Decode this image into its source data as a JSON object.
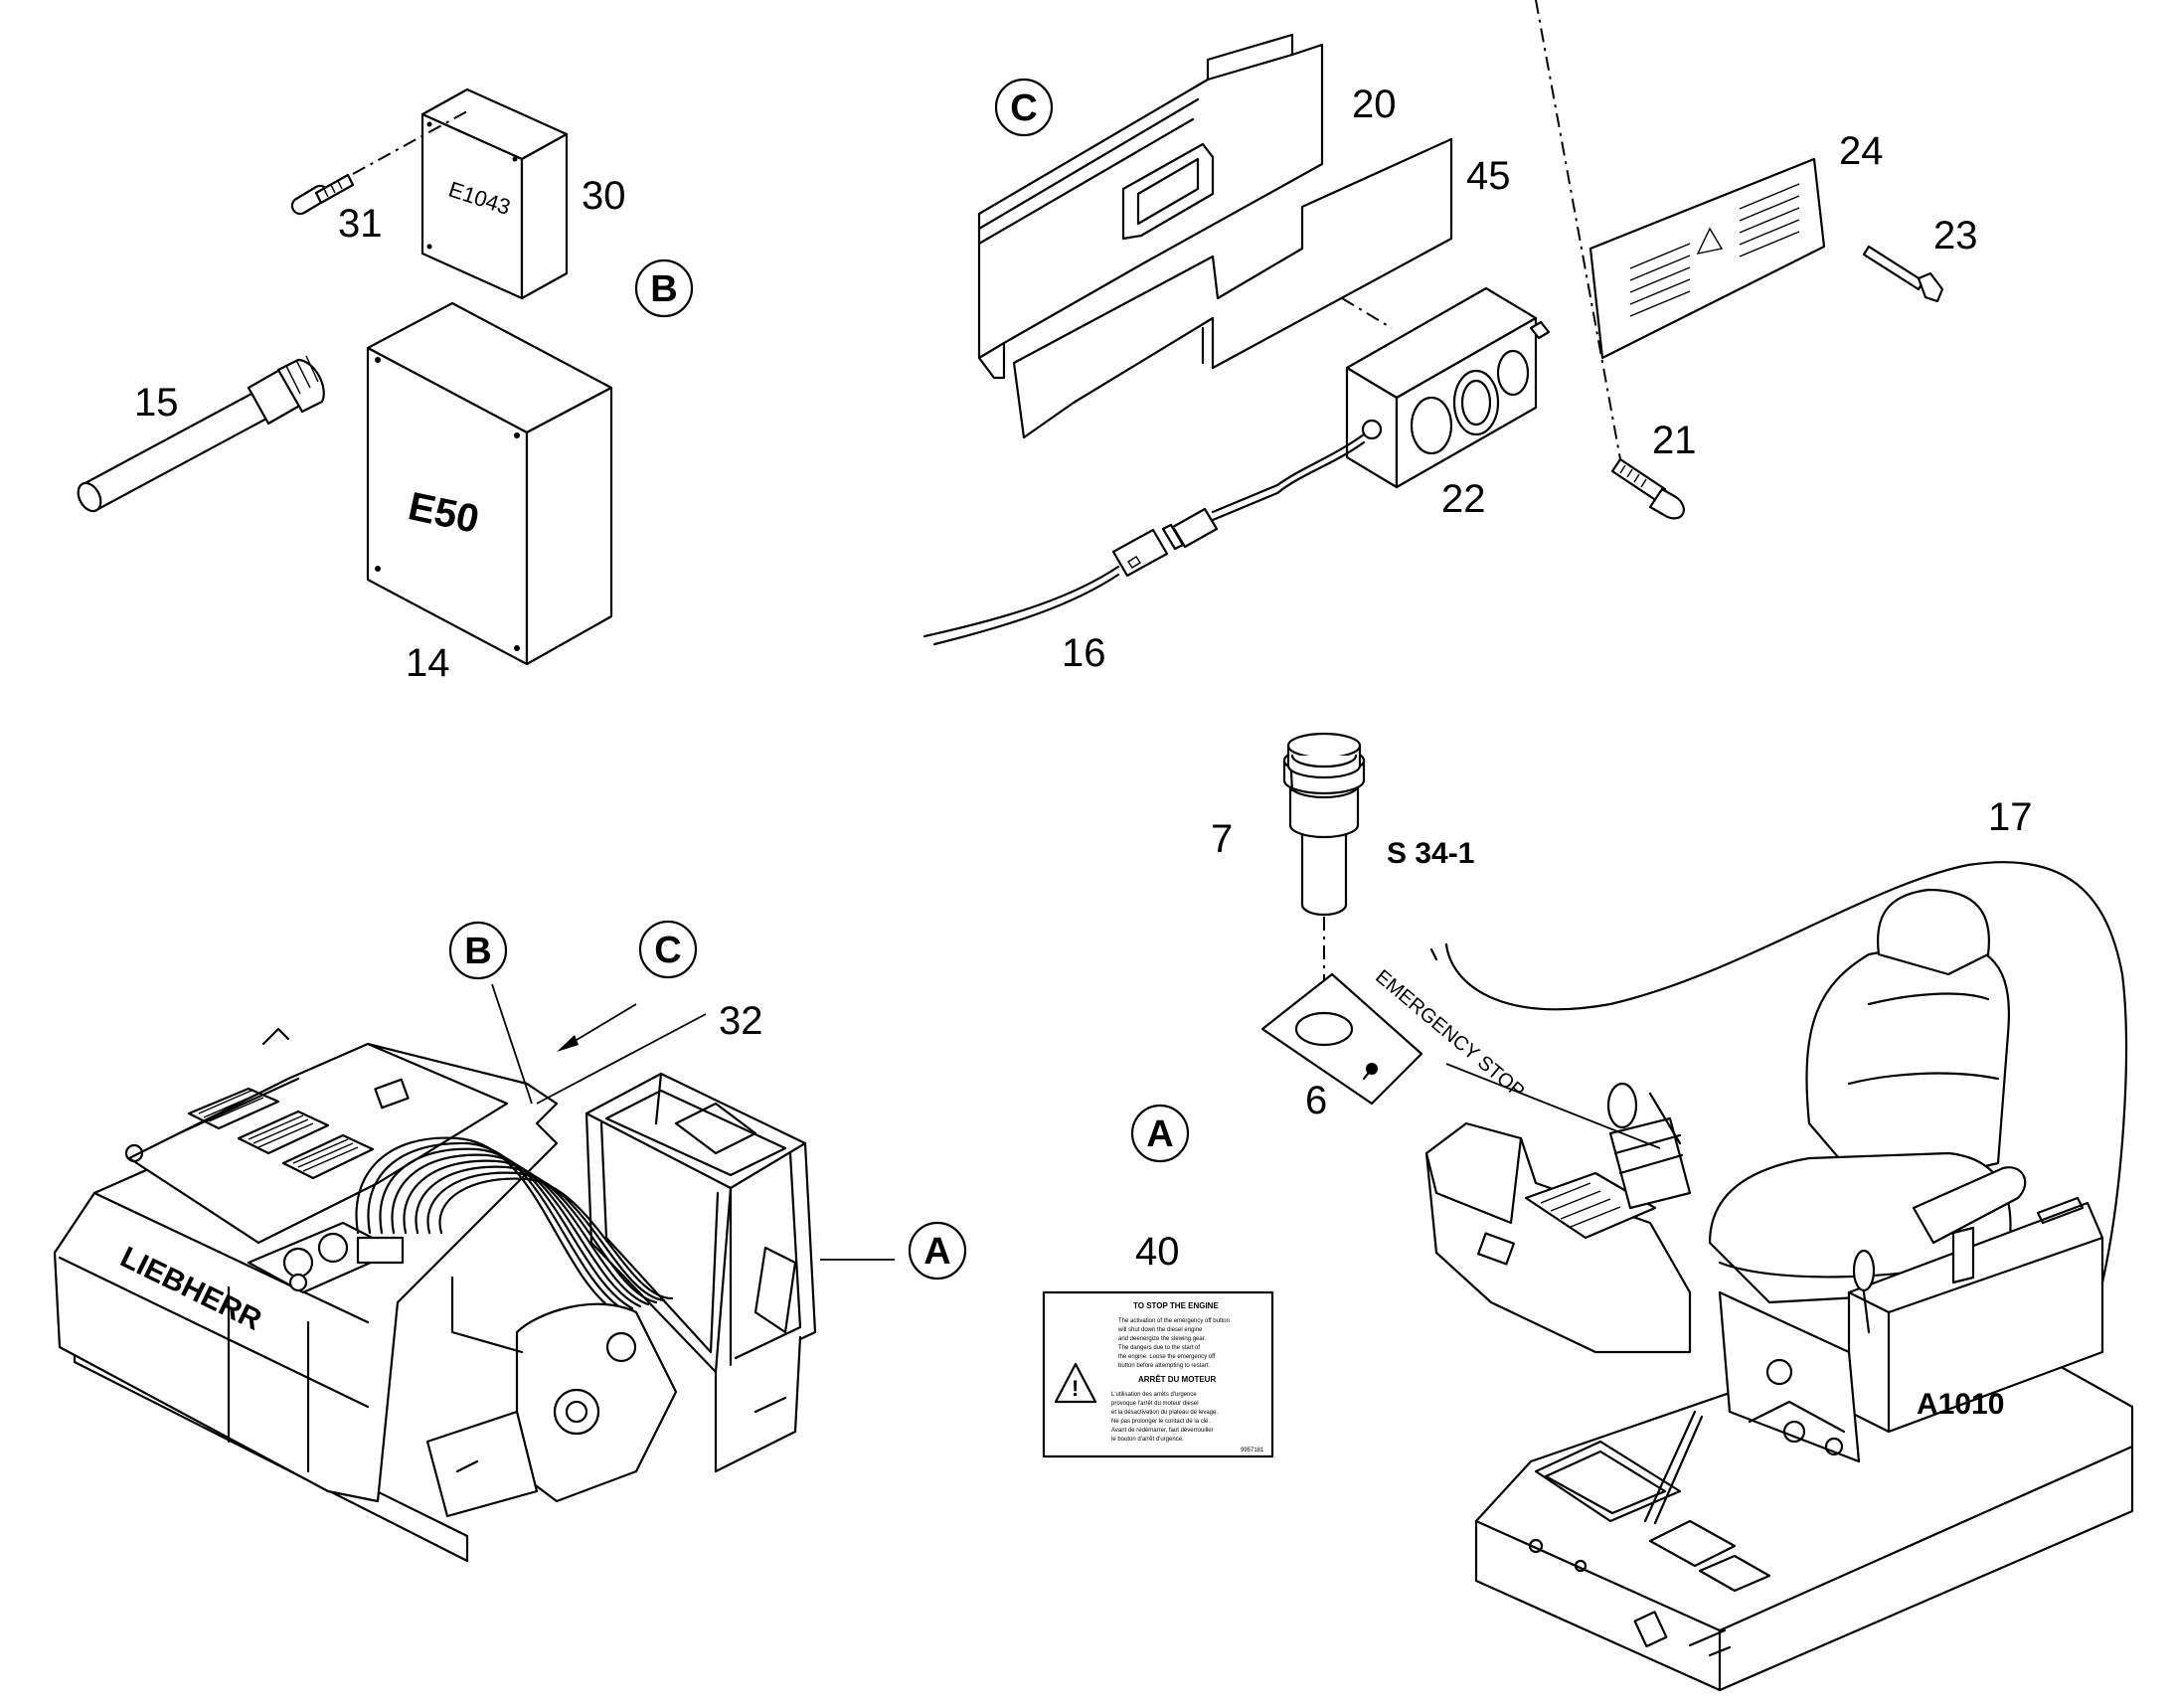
{
  "diagram": {
    "part_numbers": {
      "p30": "30",
      "p31": "31",
      "p15": "15",
      "p14": "14",
      "p20": "20",
      "p45": "45",
      "p24": "24",
      "p23": "23",
      "p21": "21",
      "p22": "22",
      "p16": "16",
      "p7": "7",
      "p6": "6",
      "p17": "17",
      "p32": "32",
      "p40": "40"
    },
    "component_labels": {
      "e1043": "E1043",
      "e50": "E50",
      "s34": "S 34-1",
      "a1010": "A1010",
      "brand": "LIEBHERR",
      "emergency_stop": "EMERGENCY STOP"
    },
    "callouts": {
      "b_detail": "B",
      "c_detail": "C",
      "a_detail": "A",
      "a_overview": "A",
      "b_overview": "B",
      "c_overview": "C"
    },
    "label_40": {
      "heading_en": "TO STOP THE ENGINE",
      "text_en": "The activation of the emergency off button will shut down the diesel engine and deenergize the slewing gear. The dangers due to the start of the engine. Loose the emergency off button before attempting to restart.",
      "heading_fr": "ARRÊT DU MOTEUR",
      "text_fr": "L'utilisation des arrêts d'urgence provoque l'arrêt du moteur diesel et la désactivation du plateau de levage. Ne pas prolonger le contact de la clé. Avant de redémarrer, faut déverrouiller le bouton d'arrêt d'urgence.",
      "code": "9957181"
    },
    "icons": [
      "warning-triangle-icon",
      "emergency-stop-button-icon"
    ]
  }
}
